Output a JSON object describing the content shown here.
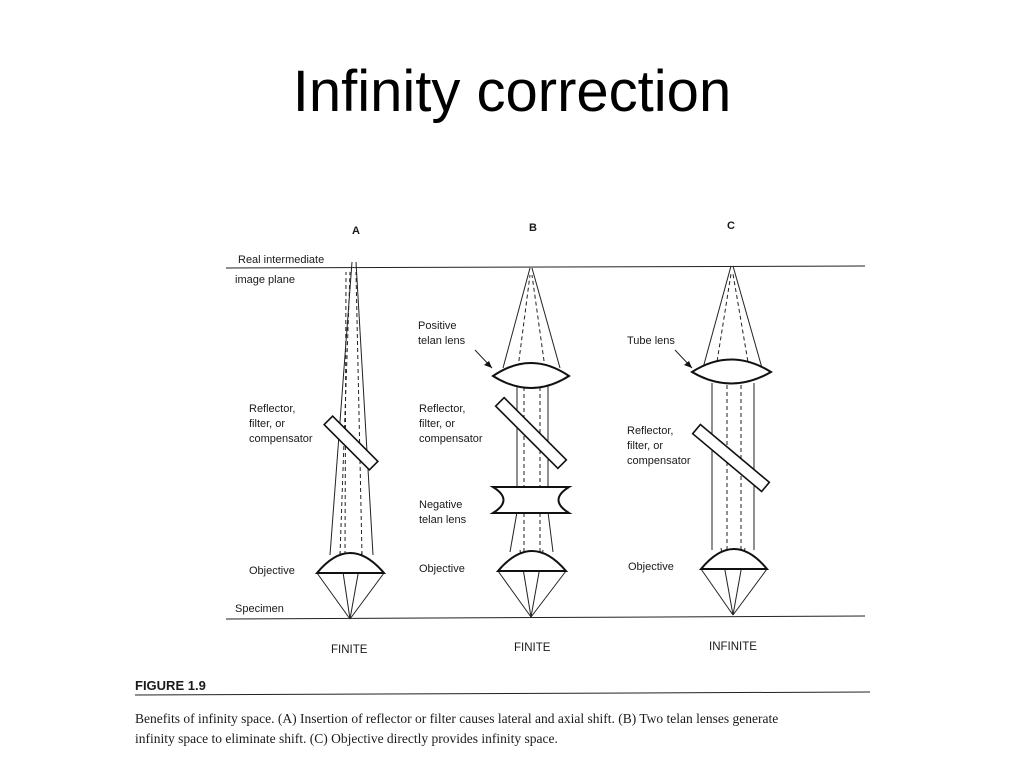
{
  "slide": {
    "title": "Infinity correction"
  },
  "figure": {
    "panels": {
      "a": "A",
      "b": "B",
      "c": "C"
    },
    "labels": {
      "real_intermediate_1": "Real intermediate",
      "real_intermediate_2": "image plane",
      "reflector_a_1": "Reflector,",
      "reflector_a_2": "filter, or",
      "reflector_a_3": "compensator",
      "objective_a": "Objective",
      "specimen": "Specimen",
      "positive_telan_1": "Positive",
      "positive_telan_2": "telan lens",
      "reflector_b_1": "Reflector,",
      "reflector_b_2": "filter, or",
      "reflector_b_3": "compensator",
      "negative_telan_1": "Negative",
      "negative_telan_2": "telan lens",
      "objective_b": "Objective",
      "tube_lens": "Tube lens",
      "reflector_c_1": "Reflector,",
      "reflector_c_2": "filter, or",
      "reflector_c_3": "compensator",
      "objective_c": "Objective"
    },
    "bottom": {
      "a": "FINITE",
      "b": "FINITE",
      "c": "INFINITE"
    },
    "figure_number": "FIGURE 1.9",
    "caption_line1": "Benefits of infinity space. (A) Insertion of reflector or filter causes lateral and axial shift. (B) Two telan lenses generate",
    "caption_line2": "infinity space to eliminate shift. (C) Objective directly provides infinity space."
  }
}
